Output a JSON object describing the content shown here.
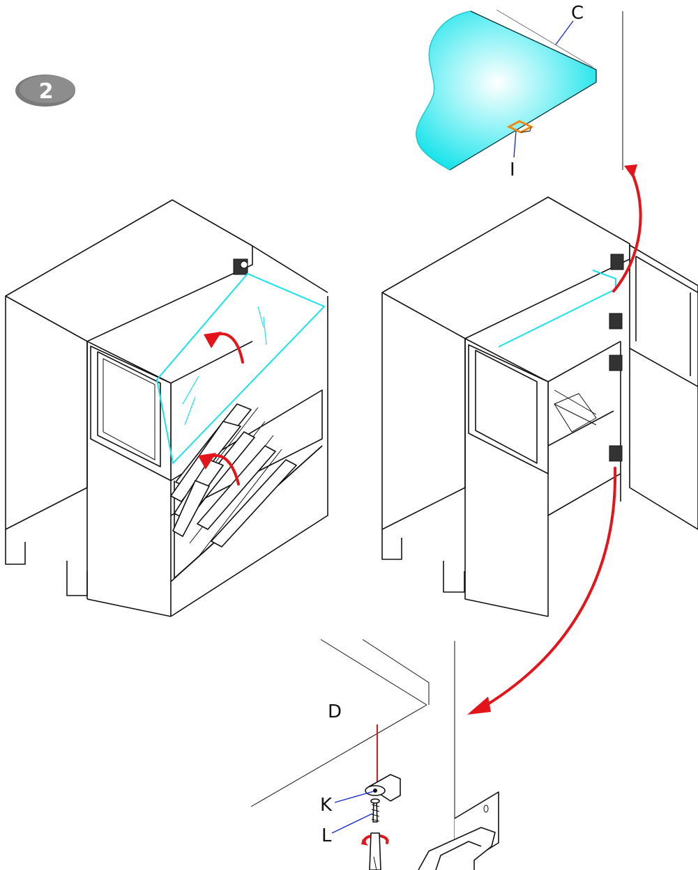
{
  "step": {
    "number": "2",
    "badge_color": "#7a7a7a"
  },
  "labels": {
    "glass_shelf": "C",
    "shelf_support_clip": "I",
    "cabinet_top": "D",
    "bracket": "K",
    "screw": "L"
  },
  "colors": {
    "glass": "#19e3ea",
    "arrow": "#e4141b",
    "leader": "#1a2fd6",
    "clip": "#f08a12",
    "outline": "#111111"
  }
}
